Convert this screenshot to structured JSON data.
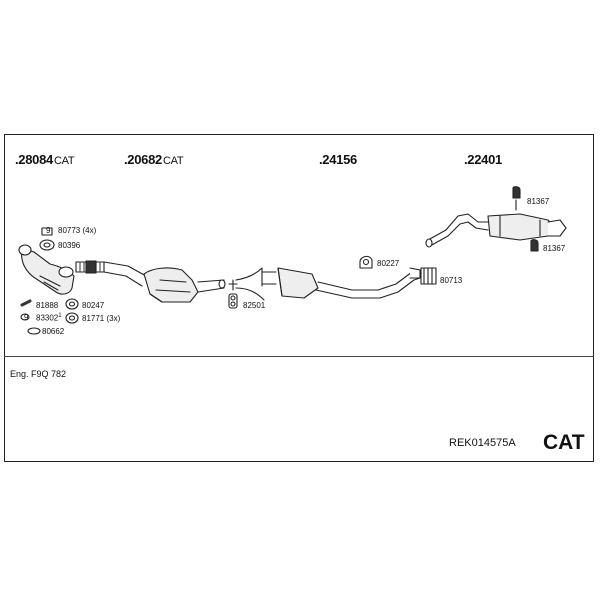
{
  "sections": [
    {
      "number": ".28084",
      "suffix": "CAT"
    },
    {
      "number": ".20682",
      "suffix": "CAT"
    },
    {
      "number": ".24156",
      "suffix": ""
    },
    {
      "number": ".22401",
      "suffix": ""
    }
  ],
  "parts": {
    "p80773": "80773 (4x)",
    "p80396": "80396",
    "p81888": "81888",
    "p80247": "80247",
    "p83302": "83302",
    "p83302_sup": "1",
    "p81771": "81771 (3x)",
    "p80662": "80662",
    "p82501": "82501",
    "p80227": "80227",
    "p80713": "80713",
    "p81367a": "81367",
    "p81367b": "81367",
    "p9a": "9",
    "p9b": "9"
  },
  "engine": "Eng. F9Q 782",
  "reference": "REK014575A",
  "badge": "CAT"
}
